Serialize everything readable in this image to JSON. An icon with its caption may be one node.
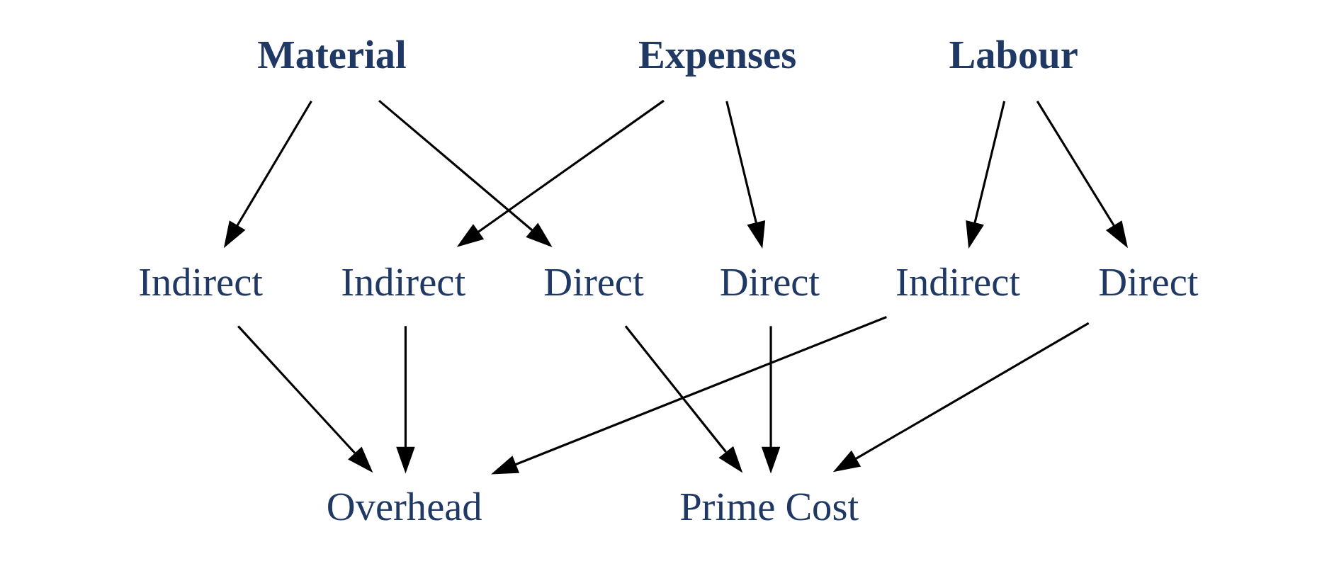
{
  "diagram": {
    "nodes": [
      {
        "text": [
          "Material"
        ]
      },
      {
        "text": [
          "Labour"
        ]
      },
      {
        "text": [
          "Expenses"
        ]
      },
      {
        "text": [
          "Direct"
        ]
      },
      {
        "text": [
          "Indirect"
        ]
      },
      {
        "text": [
          "Direct"
        ]
      },
      {
        "text": [
          "Indirect"
        ]
      },
      {
        "text": [
          "Direct"
        ]
      },
      {
        "text": [
          "Indirect"
        ]
      },
      {
        "text": [
          "Prime Cost"
        ]
      },
      {
        "text": [
          "Overhead"
        ]
      }
    ],
    "edges": [
      {
        "from": 0,
        "to": 3,
        "arrow": "to"
      },
      {
        "from": 0,
        "to": 4,
        "arrow": "to"
      },
      {
        "from": 1,
        "to": 5,
        "arrow": "to"
      },
      {
        "from": 1,
        "to": 6,
        "arrow": "to"
      },
      {
        "from": 2,
        "to": 7,
        "arrow": "to"
      },
      {
        "from": 2,
        "to": 8,
        "arrow": "to"
      },
      {
        "from": 3,
        "to": 9,
        "arrow": "to"
      },
      {
        "from": 4,
        "to": 10,
        "arrow": "to"
      },
      {
        "from": 5,
        "to": 9,
        "arrow": "to"
      },
      {
        "from": 6,
        "to": 10,
        "arrow": "to"
      },
      {
        "from": 7,
        "to": 9,
        "arrow": "to"
      },
      {
        "from": 8,
        "to": 10,
        "arrow": "to"
      }
    ]
  }
}
